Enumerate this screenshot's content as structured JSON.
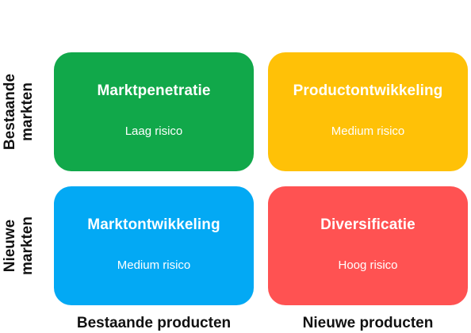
{
  "quadrants": {
    "top_left": {
      "title": "Marktpenetratie",
      "risk": "Laag risico",
      "color": "#11A84A"
    },
    "top_right": {
      "title": "Productontwikkeling",
      "risk": "Medium risico",
      "color": "#FFC107"
    },
    "bottom_left": {
      "title": "Marktontwikkeling",
      "risk": "Medium risico",
      "color": "#03A9F4"
    },
    "bottom_right": {
      "title": "Diversificatie",
      "risk": "Hoog risico",
      "color": "#FF5252"
    }
  },
  "row_labels": {
    "top": {
      "line1": "Bestaande",
      "line2": "markten"
    },
    "bottom": {
      "line1": "Nieuwe",
      "line2": "markten"
    }
  },
  "column_labels": {
    "left": "Bestaande producten",
    "right": "Nieuwe producten"
  }
}
